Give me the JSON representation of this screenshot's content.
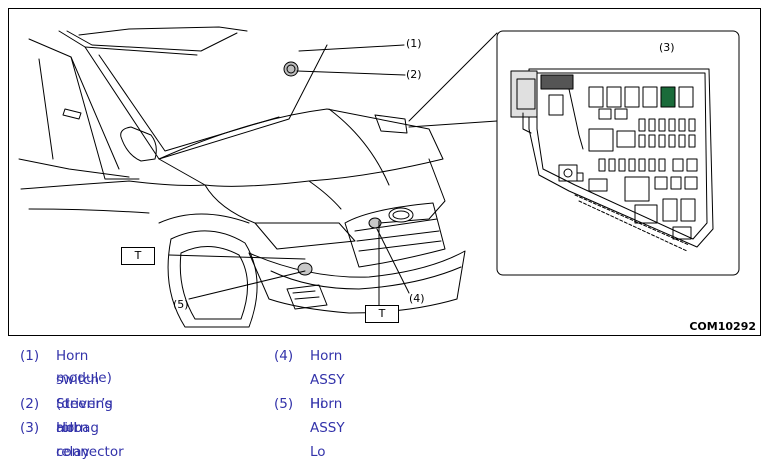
{
  "figure": {
    "figure_id": "COM10292",
    "t_label": "T",
    "callouts": {
      "c1": "(1)",
      "c2": "(2)",
      "c3": "(3)",
      "c4": "(4)",
      "c5": "(5)"
    }
  },
  "legend": [
    {
      "num": "(1)",
      "line1": "Horn switch (driver’s airbag",
      "line2": "module)"
    },
    {
      "num": "(2)",
      "line1": "Steering roll connector"
    },
    {
      "num": "(3)",
      "line1": "Horn relay"
    },
    {
      "num": "(4)",
      "line1": "Horn ASSY Hi"
    },
    {
      "num": "(5)",
      "line1": "Horn ASSY Lo"
    }
  ],
  "colors": {
    "legend_text": "#3333aa",
    "relay_highlight": "#1a6b3a"
  }
}
